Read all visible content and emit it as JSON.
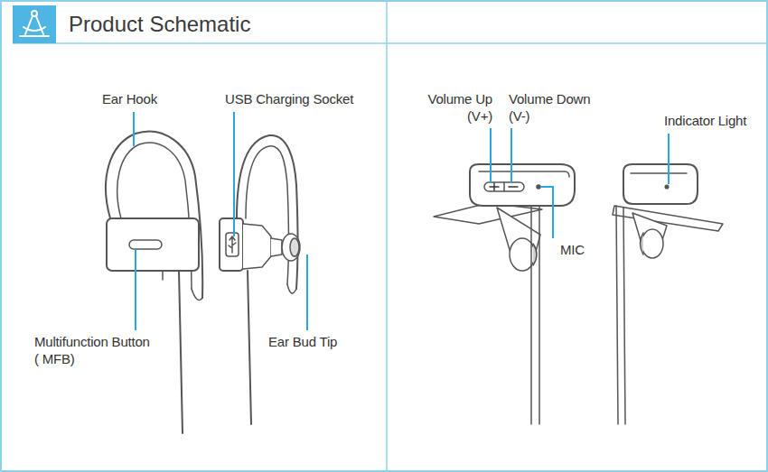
{
  "diagram": {
    "title": "Product Schematic",
    "labels": [
      "Ear Hook",
      "USB Charging Socket",
      "Multifunction Button",
      "( MFB)",
      "Ear Bud Tip",
      "Volume Up",
      "(V+)",
      "Volume Down",
      "(V-)",
      "Indicator Light",
      "MIC"
    ]
  }
}
